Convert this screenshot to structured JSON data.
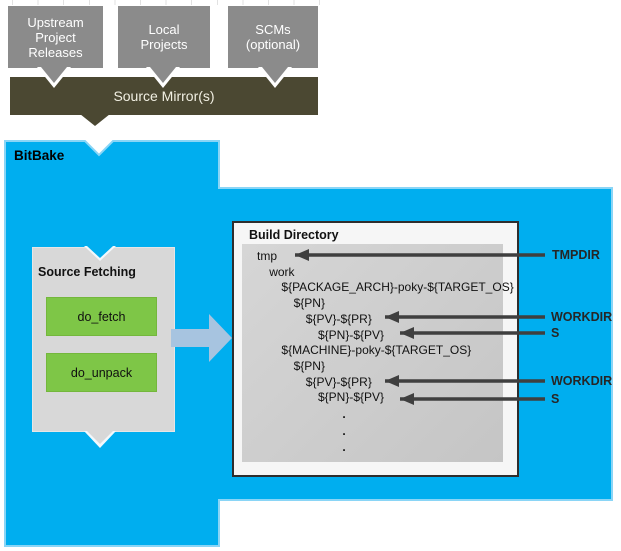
{
  "colors": {
    "bitbake_blue": "#00AEEF",
    "mirror_olive": "#4B4832",
    "source_box_gray": "#8B8B8B",
    "panel_gray": "#D8D8D8",
    "tree_panel_gray": "#CBCBCB",
    "task_green": "#7EC647",
    "flow_arrow_blue": "#A7C4E0",
    "annotation_arrow_dark": "#3F3F3F"
  },
  "source_boxes": [
    {
      "label": "Upstream\nProject\nReleases"
    },
    {
      "label": "Local\nProjects"
    },
    {
      "label": "SCMs\n(optional)"
    }
  ],
  "source_mirror": {
    "label": "Source Mirror(s)"
  },
  "bitbake": {
    "label": "BitBake"
  },
  "source_fetching": {
    "title": "Source Fetching",
    "tasks": [
      {
        "label": "do_fetch"
      },
      {
        "label": "do_unpack"
      }
    ]
  },
  "build_directory": {
    "title": "Build Directory",
    "tree": [
      {
        "text": "tmp",
        "level": 0
      },
      {
        "text": "work",
        "level": 1
      },
      {
        "text": "${PACKAGE_ARCH}-poky-${TARGET_OS}",
        "level": 2
      },
      {
        "text": "${PN}",
        "level": 3
      },
      {
        "text": "${PV}-${PR}",
        "level": 4
      },
      {
        "text": "${PN}-${PV}",
        "level": 5
      },
      {
        "text": "${MACHINE}-poky-${TARGET_OS}",
        "level": 2
      },
      {
        "text": "${PN}",
        "level": 3
      },
      {
        "text": "${PV}-${PR}",
        "level": 4
      },
      {
        "text": "${PN}-${PV}",
        "level": 5
      },
      {
        "text": ".",
        "level": 7,
        "dot": true
      },
      {
        "text": ".",
        "level": 7,
        "dot": true
      },
      {
        "text": ".",
        "level": 7,
        "dot": true
      }
    ]
  },
  "annotations": [
    {
      "label": "TMPDIR"
    },
    {
      "label": "WORKDIR"
    },
    {
      "label": "S"
    },
    {
      "label": "WORKDIR"
    },
    {
      "label": "S"
    }
  ]
}
